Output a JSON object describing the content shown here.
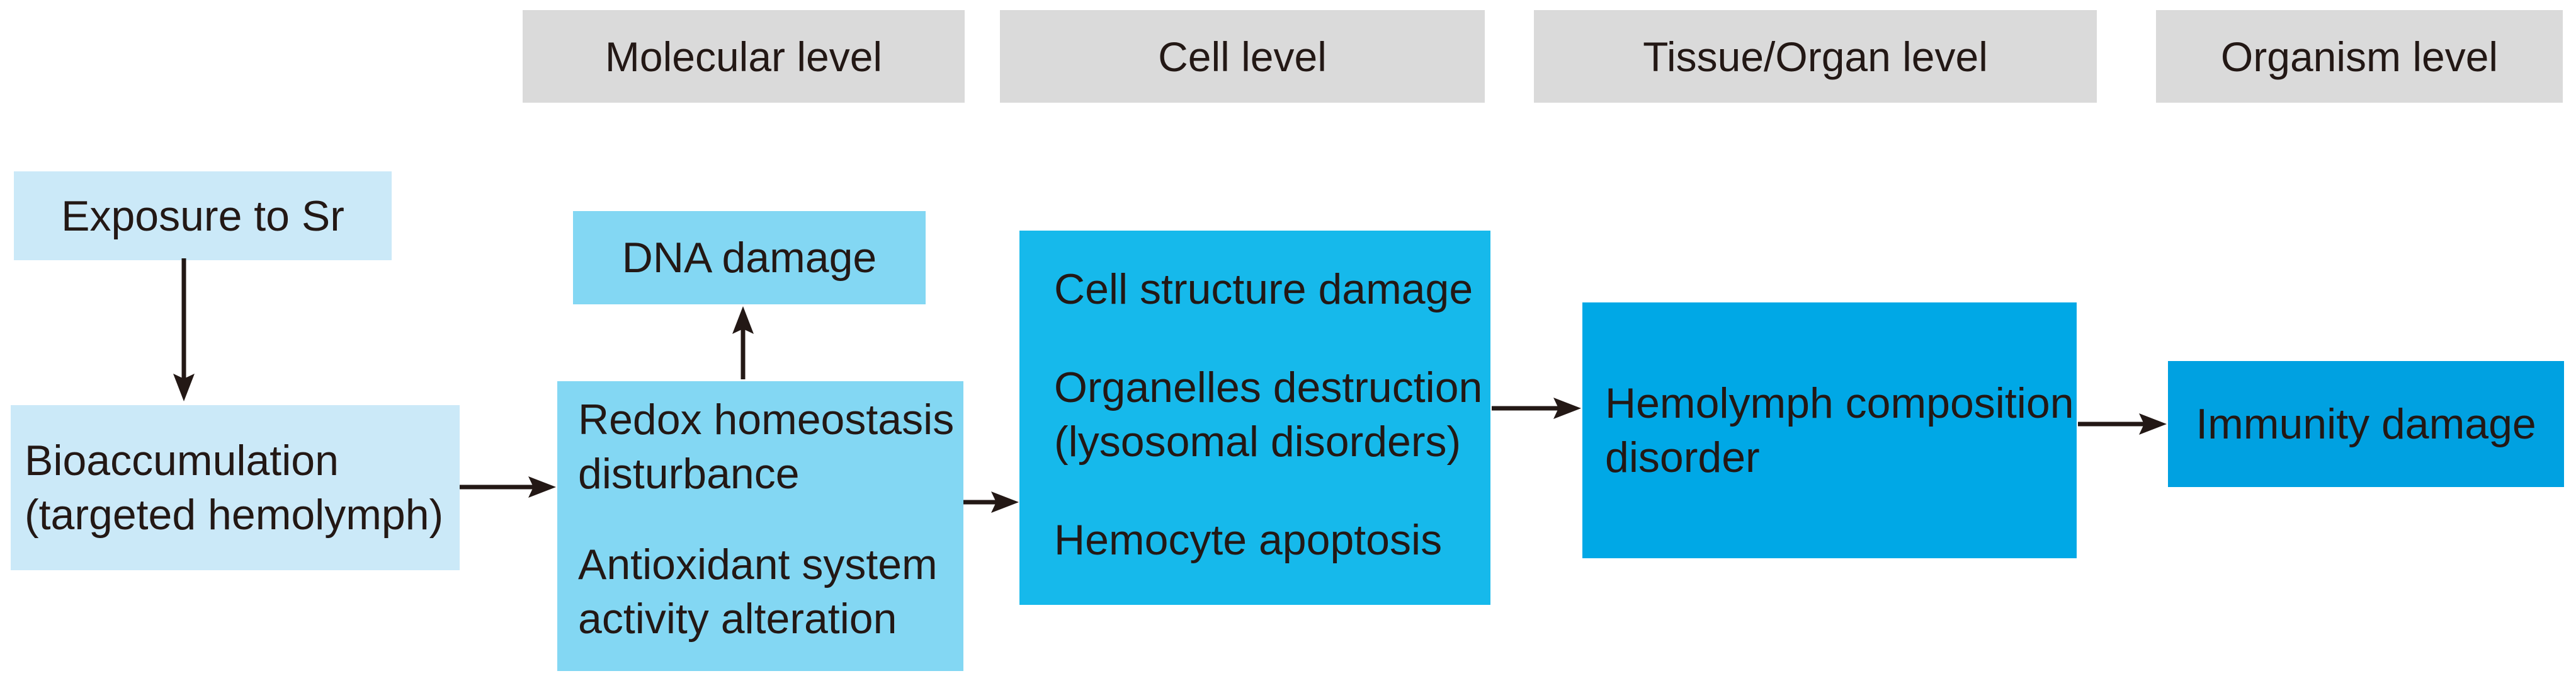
{
  "figure": {
    "background_color": "#ffffff",
    "ink_color": "#231815",
    "header_bg_color": "#dadada",
    "level_headers": [
      {
        "label": "Molecular level"
      },
      {
        "label": "Cell level"
      },
      {
        "label": "Tissue/Organ level"
      },
      {
        "label": "Organism level"
      }
    ],
    "nodes": {
      "exposure": {
        "text": "Exposure to Sr",
        "bg": "#cbe9f8"
      },
      "bioaccumulation": {
        "lines": [
          "Bioaccumulation",
          "(targeted hemolymph)"
        ],
        "bg": "#cbe9f8"
      },
      "dna_damage": {
        "text": "DNA damage",
        "bg": "#83d7f3"
      },
      "redox": {
        "group1": [
          "Redox homeostasis",
          "disturbance"
        ],
        "group2": [
          "Antioxidant system",
          "activity alteration"
        ],
        "bg": "#83d7f3"
      },
      "cell_effects": {
        "group1": [
          "Cell structure damage"
        ],
        "group2": [
          "Organelles destruction",
          "(lysosomal disorders)"
        ],
        "group3": [
          "Hemocyte apoptosis"
        ],
        "bg": "#16b9eb"
      },
      "hemolymph": {
        "lines": [
          "Hemolymph composition",
          "disorder"
        ],
        "bg": "#00a8e6"
      },
      "immunity": {
        "text": "Immunity damage",
        "bg": "#00a1e1"
      }
    },
    "arrows": [
      {
        "name": "exposure-to-bioaccumulation",
        "direction": "down"
      },
      {
        "name": "bioaccumulation-to-redox",
        "direction": "right"
      },
      {
        "name": "redox-to-dna-damage",
        "direction": "up"
      },
      {
        "name": "redox-to-cell-effects",
        "direction": "right"
      },
      {
        "name": "cell-effects-to-hemolymph",
        "direction": "right"
      },
      {
        "name": "hemolymph-to-immunity",
        "direction": "right"
      }
    ]
  }
}
